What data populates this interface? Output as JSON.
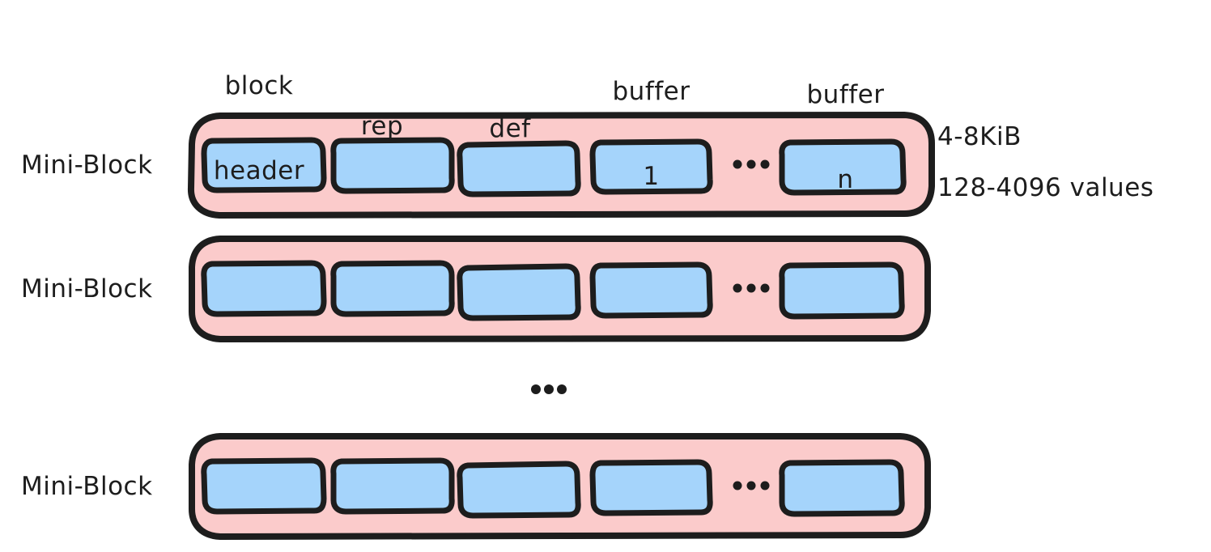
{
  "diagram": {
    "title_present": false,
    "background_color": "#ffffff",
    "colors": {
      "container_fill": "#fbcbcb",
      "buffer_fill": "#a5d4fb",
      "stroke": "#1d1d1d",
      "text": "#1d1d1d"
    },
    "column_headers": [
      {
        "id": "block-header",
        "text": "block\nheader",
        "line1": "block",
        "line2": "header"
      },
      {
        "id": "rep",
        "text": "rep",
        "line1": "rep",
        "line2": ""
      },
      {
        "id": "def",
        "text": "def",
        "line1": "def",
        "line2": ""
      },
      {
        "id": "buffer-1",
        "text": "buffer\n1",
        "line1": "buffer",
        "line2": "1"
      },
      {
        "id": "buffer-n",
        "text": "buffer\nn",
        "line1": "buffer",
        "line2": "n"
      }
    ],
    "rows": [
      {
        "id": "mini-block-1",
        "label": "Mini-Block",
        "cells": 5,
        "ellipsis": "•••"
      },
      {
        "id": "mini-block-2",
        "label": "Mini-Block",
        "cells": 5,
        "ellipsis": "•••"
      },
      {
        "id": "mini-block-3",
        "label": "Mini-Block",
        "cells": 5,
        "ellipsis": "•••"
      }
    ],
    "vertical_ellipsis": "•••",
    "annotations": [
      {
        "id": "size-range",
        "text": "4-8KiB"
      },
      {
        "id": "value-count-range",
        "text": "128-4096 values"
      }
    ]
  }
}
